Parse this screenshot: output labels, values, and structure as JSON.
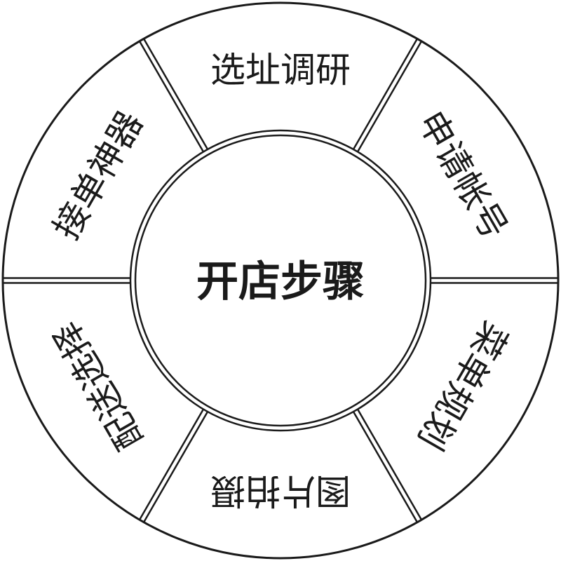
{
  "diagram": {
    "center": {
      "label": "开店步骤"
    },
    "segments": [
      {
        "label": "选址调研"
      },
      {
        "label": "申请帐号"
      },
      {
        "label": "菜单规划"
      },
      {
        "label": "图片拍摄"
      },
      {
        "label": "配送选择"
      },
      {
        "label": "接单神器"
      }
    ],
    "colors": {
      "stroke": "#1a1a1a",
      "fill": "#ffffff",
      "text": "#1a1a1a"
    }
  }
}
